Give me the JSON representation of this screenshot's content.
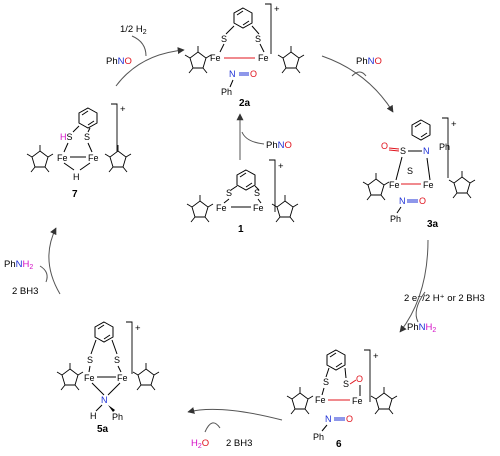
{
  "compounds": {
    "c1": {
      "number": "1",
      "charge": "+"
    },
    "c2a": {
      "number": "2a",
      "charge": "+"
    },
    "c3a": {
      "number": "3a",
      "charge": "+"
    },
    "c5a": {
      "number": "5a",
      "charge": "+"
    },
    "c6": {
      "number": "6",
      "charge": "+"
    },
    "c7": {
      "number": "7",
      "charge": "+"
    }
  },
  "atoms": {
    "Fe": "Fe",
    "S": "S",
    "N": "N",
    "O": "O",
    "Ph": "Ph",
    "H": "H",
    "HS": "HS"
  },
  "reagents": {
    "r_1_to_2a": {
      "text": "PhNO"
    },
    "r_7_to_2a_h2": {
      "text": "1/2 H2"
    },
    "r_7_to_2a_phno": {
      "text": "PhNO"
    },
    "r_2a_to_3a": {
      "text": "PhNO"
    },
    "r_3a_to_6": {
      "text": "2 e⁻/2 H⁺ or 2 BH3"
    },
    "r_3a_to_6_out": {
      "text": "PhNH2"
    },
    "r_6_to_5a_out": {
      "text": "H2O"
    },
    "r_6_to_5a_in": {
      "text": "2 BH3"
    },
    "r_5a_to_7_out": {
      "text": "PhNH2"
    },
    "r_5a_to_7_in": {
      "text": "2 BH3"
    }
  },
  "colors": {
    "oxygen": "#e0141e",
    "nitrogen": "#1c2fd6",
    "hydrogen_highlight": "#d40fc6"
  }
}
